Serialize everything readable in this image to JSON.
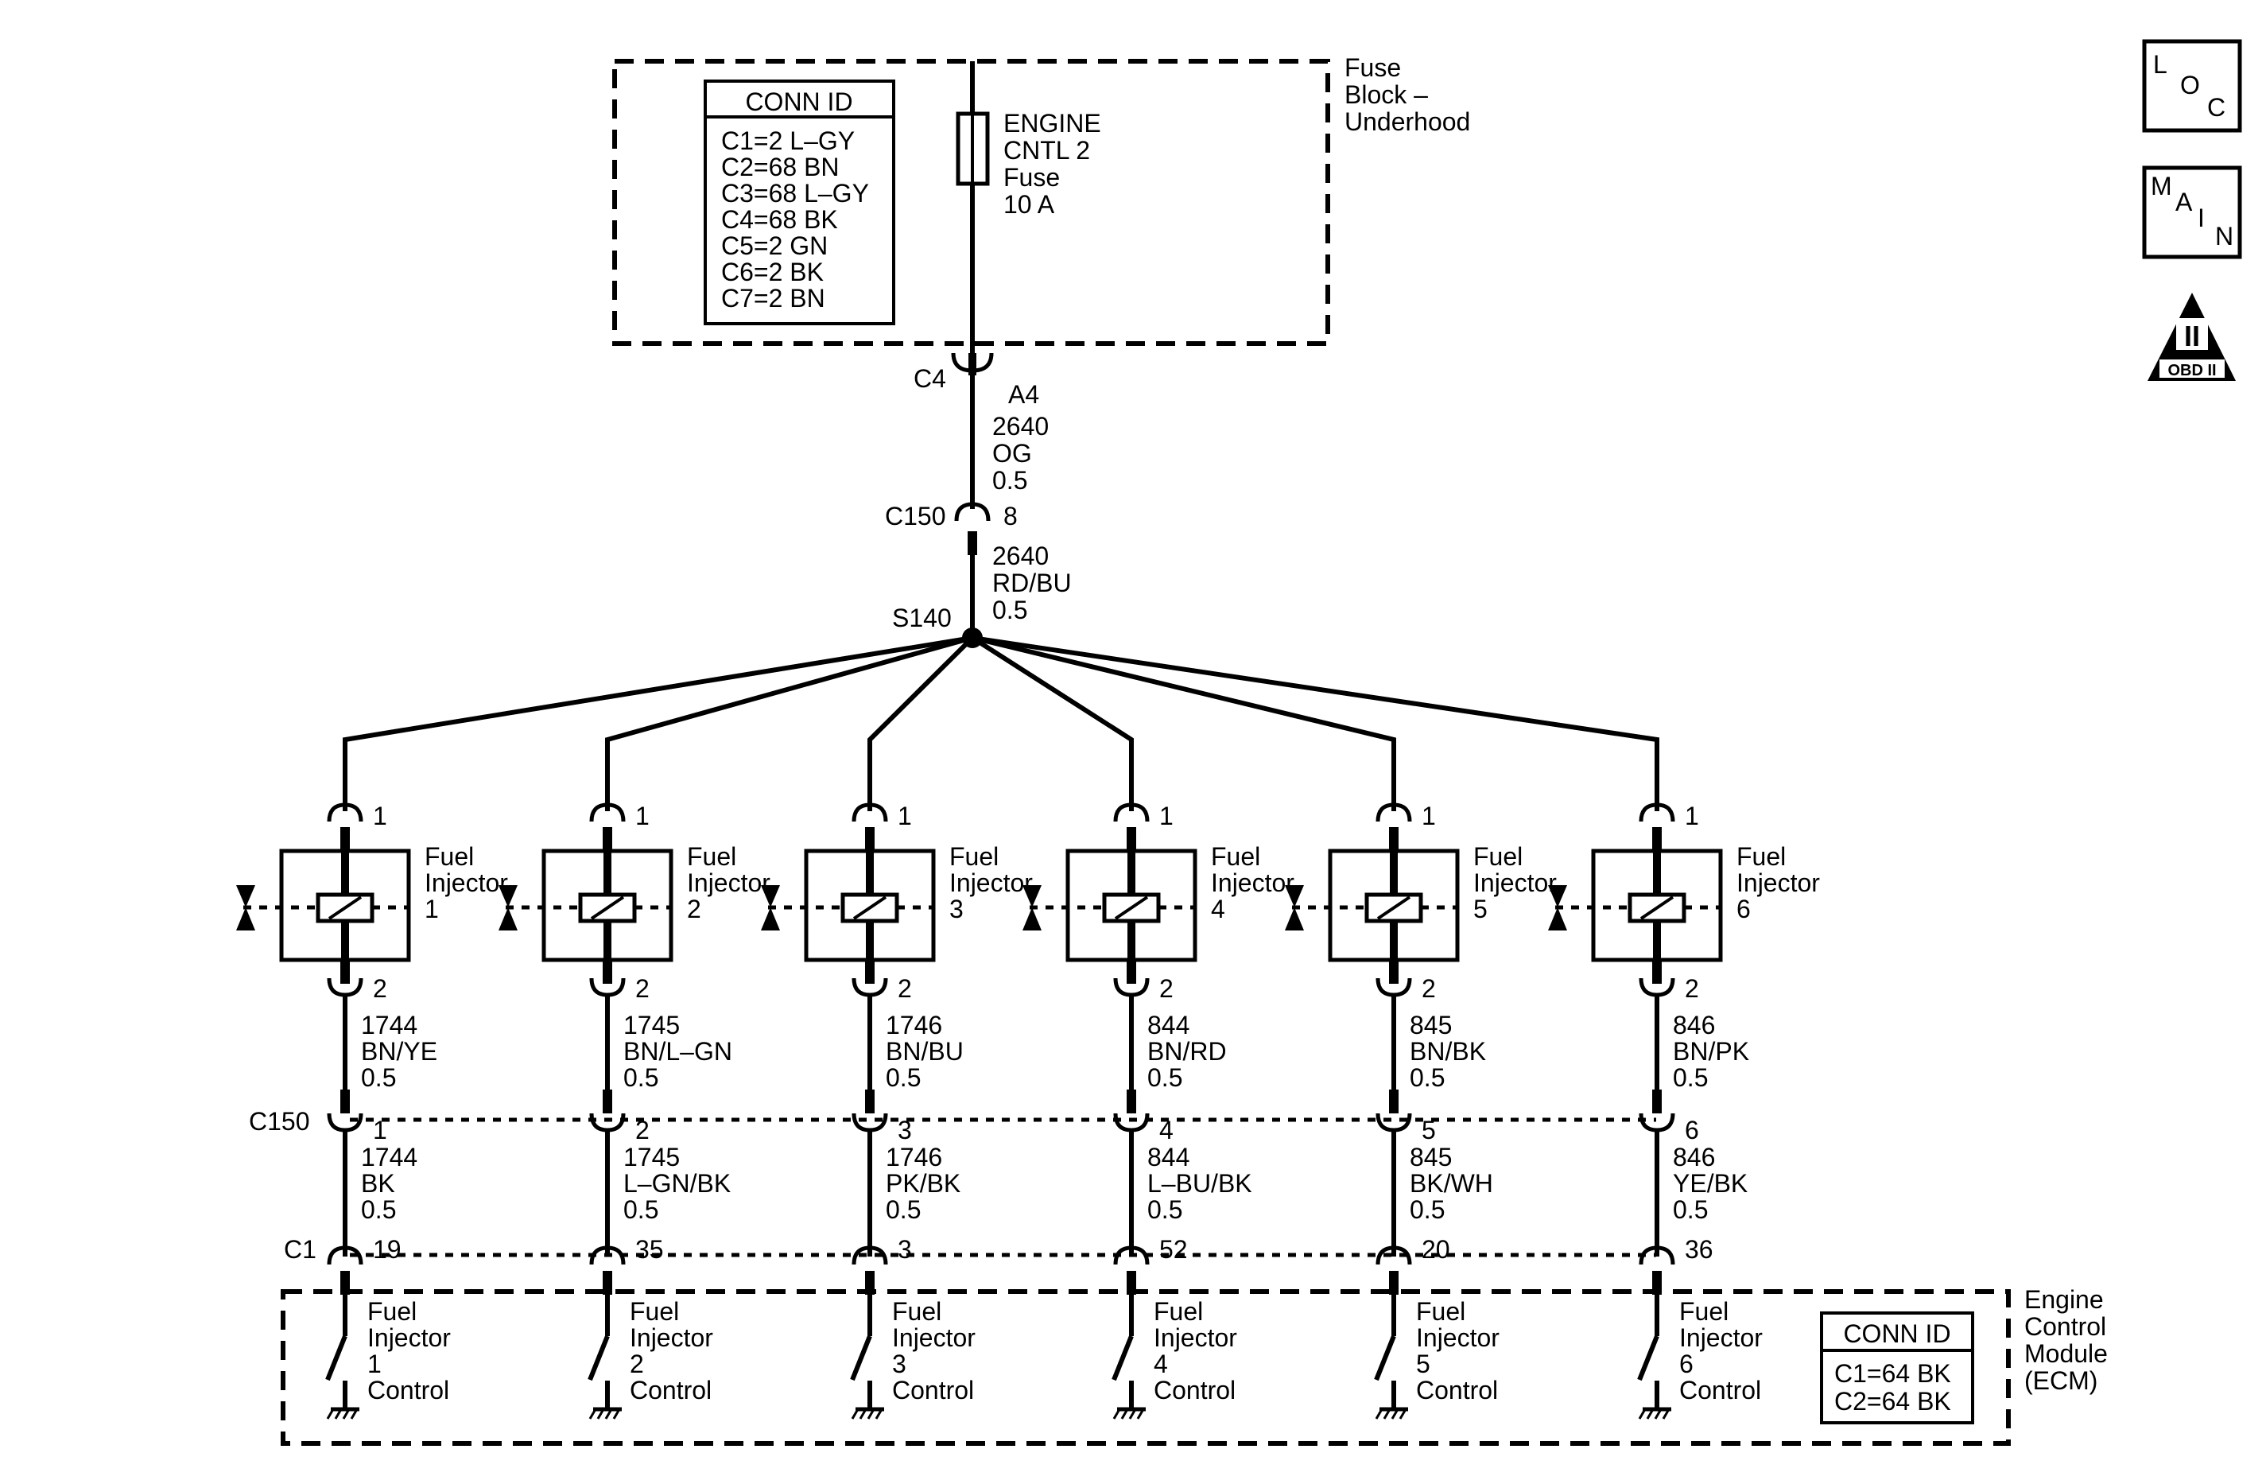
{
  "fuse_block": {
    "name_lines": [
      "Fuse",
      "Block –",
      "Underhood"
    ],
    "conn_title": "CONN ID",
    "conn_lines": [
      "C1=2 L–GY",
      "C2=68 BN",
      "C3=68 L–GY",
      "C4=68 BK",
      "C5=2 GN",
      "C6=2 BK",
      "C7=2 BN"
    ],
    "fuse_lines": [
      "ENGINE",
      "CNTL 2",
      "Fuse",
      "10 A"
    ]
  },
  "feed": {
    "c4_label": "C4",
    "a4_label": "A4",
    "wire1_lines": [
      "2640",
      "OG",
      "0.5"
    ],
    "c150_label": "C150",
    "c150_pin": "8",
    "wire2_lines": [
      "2640",
      "RD/BU",
      "0.5"
    ],
    "splice_label": "S140"
  },
  "connectors": {
    "c150_label": "C150",
    "c1_label": "C1"
  },
  "injectors": [
    {
      "top_pin": "1",
      "name_lines": [
        "Fuel",
        "Injector",
        "1"
      ],
      "bottom_pin": "2",
      "wire_upper": [
        "1744",
        "BN/YE",
        "0.5"
      ],
      "c150_pin": "1",
      "wire_lower": [
        "1744",
        "BK",
        "0.5"
      ],
      "c1_pin": "19",
      "ecm_lines": [
        "Fuel",
        "Injector",
        "1",
        "Control"
      ]
    },
    {
      "top_pin": "1",
      "name_lines": [
        "Fuel",
        "Injector",
        "2"
      ],
      "bottom_pin": "2",
      "wire_upper": [
        "1745",
        "BN/L–GN",
        "0.5"
      ],
      "c150_pin": "2",
      "wire_lower": [
        "1745",
        "L–GN/BK",
        "0.5"
      ],
      "c1_pin": "35",
      "ecm_lines": [
        "Fuel",
        "Injector",
        "2",
        "Control"
      ]
    },
    {
      "top_pin": "1",
      "name_lines": [
        "Fuel",
        "Injector",
        "3"
      ],
      "bottom_pin": "2",
      "wire_upper": [
        "1746",
        "BN/BU",
        "0.5"
      ],
      "c150_pin": "3",
      "wire_lower": [
        "1746",
        "PK/BK",
        "0.5"
      ],
      "c1_pin": "3",
      "ecm_lines": [
        "Fuel",
        "Injector",
        "3",
        "Control"
      ]
    },
    {
      "top_pin": "1",
      "name_lines": [
        "Fuel",
        "Injector",
        "4"
      ],
      "bottom_pin": "2",
      "wire_upper": [
        "844",
        "BN/RD",
        "0.5"
      ],
      "c150_pin": "4",
      "wire_lower": [
        "844",
        "L–BU/BK",
        "0.5"
      ],
      "c1_pin": "52",
      "ecm_lines": [
        "Fuel",
        "Injector",
        "4",
        "Control"
      ]
    },
    {
      "top_pin": "1",
      "name_lines": [
        "Fuel",
        "Injector",
        "5"
      ],
      "bottom_pin": "2",
      "wire_upper": [
        "845",
        "BN/BK",
        "0.5"
      ],
      "c150_pin": "5",
      "wire_lower": [
        "845",
        "BK/WH",
        "0.5"
      ],
      "c1_pin": "20",
      "ecm_lines": [
        "Fuel",
        "Injector",
        "5",
        "Control"
      ]
    },
    {
      "top_pin": "1",
      "name_lines": [
        "Fuel",
        "Injector",
        "6"
      ],
      "bottom_pin": "2",
      "wire_upper": [
        "846",
        "BN/PK",
        "0.5"
      ],
      "c150_pin": "6",
      "wire_lower": [
        "846",
        "YE/BK",
        "0.5"
      ],
      "c1_pin": "36",
      "ecm_lines": [
        "Fuel",
        "Injector",
        "6",
        "Control"
      ]
    }
  ],
  "ecm": {
    "name_lines": [
      "Engine",
      "Control",
      "Module",
      "(ECM)"
    ],
    "conn_title": "CONN ID",
    "conn_lines": [
      "C1=64 BK",
      "C2=64 BK"
    ]
  },
  "nav": {
    "loc": [
      "L",
      "O",
      "C"
    ],
    "main": [
      "M",
      "A",
      "I",
      "N"
    ],
    "obd_numeral": "II",
    "obd_label": "OBD II"
  }
}
